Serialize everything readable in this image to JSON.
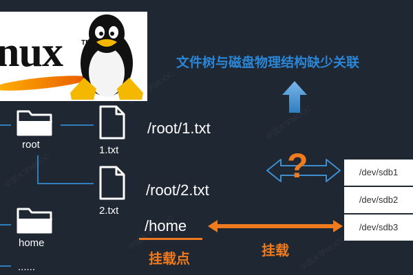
{
  "logo": {
    "text": "nux",
    "trademark": "TM"
  },
  "title": "文件树与磁盘物理结构缺少关联",
  "tree": {
    "root_label": "root",
    "file1_label": "1.txt",
    "file2_label": "2.txt",
    "home_label": "home",
    "more_label": "......"
  },
  "paths": {
    "file1": "/root/1.txt",
    "file2": "/root/2.txt",
    "home": "/home"
  },
  "mount_point_label": "挂载点",
  "mount_label": "挂载",
  "question_mark": "?",
  "devices": [
    "/dev/sdb1",
    "/dev/sdb2",
    "/dev/sdb3"
  ],
  "watermark": "中国大学MOOC",
  "colors": {
    "background": "#1f2733",
    "title_blue": "#2b86d6",
    "accent_orange": "#f07a1e",
    "line_blue": "#2f7fbf"
  }
}
